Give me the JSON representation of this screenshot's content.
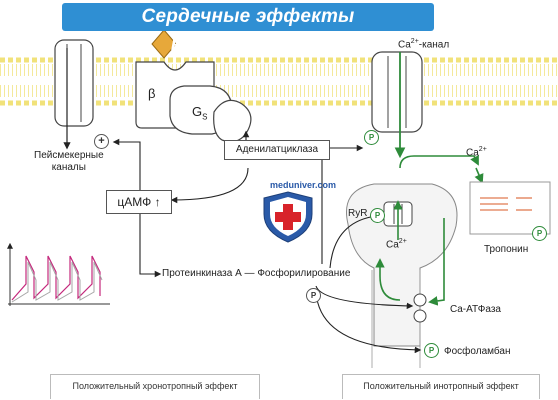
{
  "title": "Сердечные эффекты катехоламинов",
  "labels": {
    "beta": "β",
    "gs_main": "G",
    "gs_sub": "S",
    "ca_channel_main": "Ca",
    "ca_channel_sup": "2+",
    "ca_channel_rest": "-канал",
    "pacemaker_line1": "Пейсмекерные",
    "pacemaker_line2": "каналы",
    "adenylate_cyclase": "Аденилатциклаза",
    "camp_text": "цАМФ",
    "camp_arrow": "↑",
    "watermark": "meduniver.com",
    "ryr": "RyR",
    "ca_sr_main": "Ca",
    "ca_sr_sup": "2+",
    "ca_cyt_main": "Ca",
    "ca_cyt_sup": "2+",
    "troponin": "Тропонин",
    "protein_kinase": "Протеинкиназа А",
    "dash": "—",
    "phosphorylation": "Фосфорилирование",
    "ca_atpase": "Ca-АТФаза",
    "phospholamban": "Фосфоламбан",
    "phospho_symbol": "P",
    "plus_sign": "+",
    "chronotropic_effect": "Положительный хронотропный эффект",
    "inotropic_effect": "Положительный инотропный эффект"
  },
  "colors": {
    "banner": "#2f8fd3",
    "membrane_yellow": "#f1e27a",
    "arrow_green": "#2e8b3a",
    "ligand_orange": "#e7a83a",
    "trace_magenta": "#c4287c",
    "shield_blue": "#2a5aa8",
    "shield_red": "#d8232a"
  },
  "icons": {
    "ligand": "diamond-ligand-icon",
    "shield": "shield-cross-icon",
    "trace": "action-potential-trace-icon",
    "troponin": "troponin-filament-icon"
  }
}
